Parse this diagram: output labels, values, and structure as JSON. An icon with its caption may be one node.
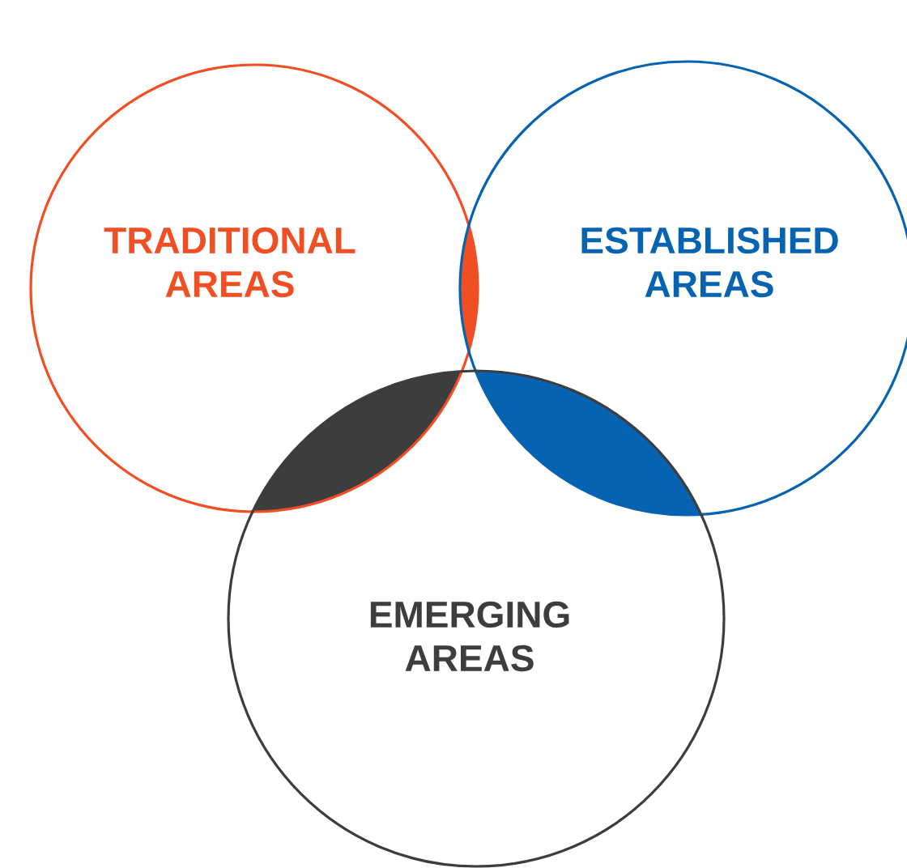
{
  "diagram": {
    "nodes": [
      {
        "text": [
          "TRADITIONAL AREAS"
        ]
      },
      {
        "text": [
          "ESTABLISHED AREAS"
        ]
      },
      {
        "text": [
          "EMERGING AREAS"
        ]
      }
    ]
  }
}
